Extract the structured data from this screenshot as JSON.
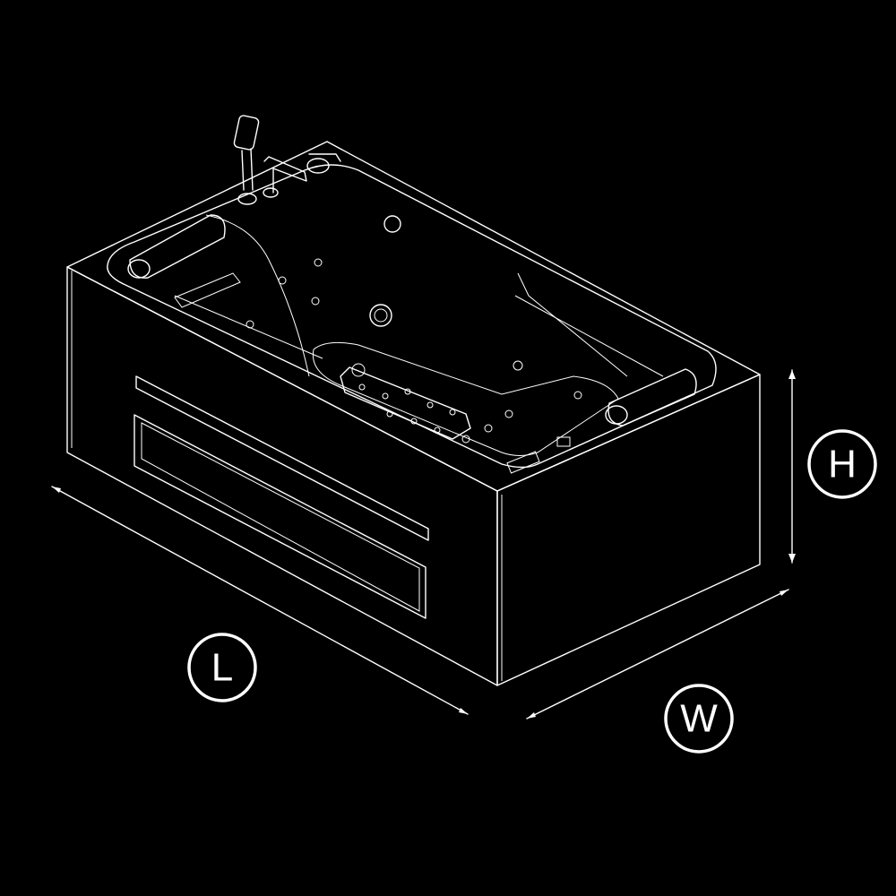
{
  "diagram": {
    "subject": "bathtub",
    "dimension_labels": {
      "length": "L",
      "width": "W",
      "height": "H"
    },
    "colors": {
      "background": "#000000",
      "line": "#ffffff"
    }
  }
}
